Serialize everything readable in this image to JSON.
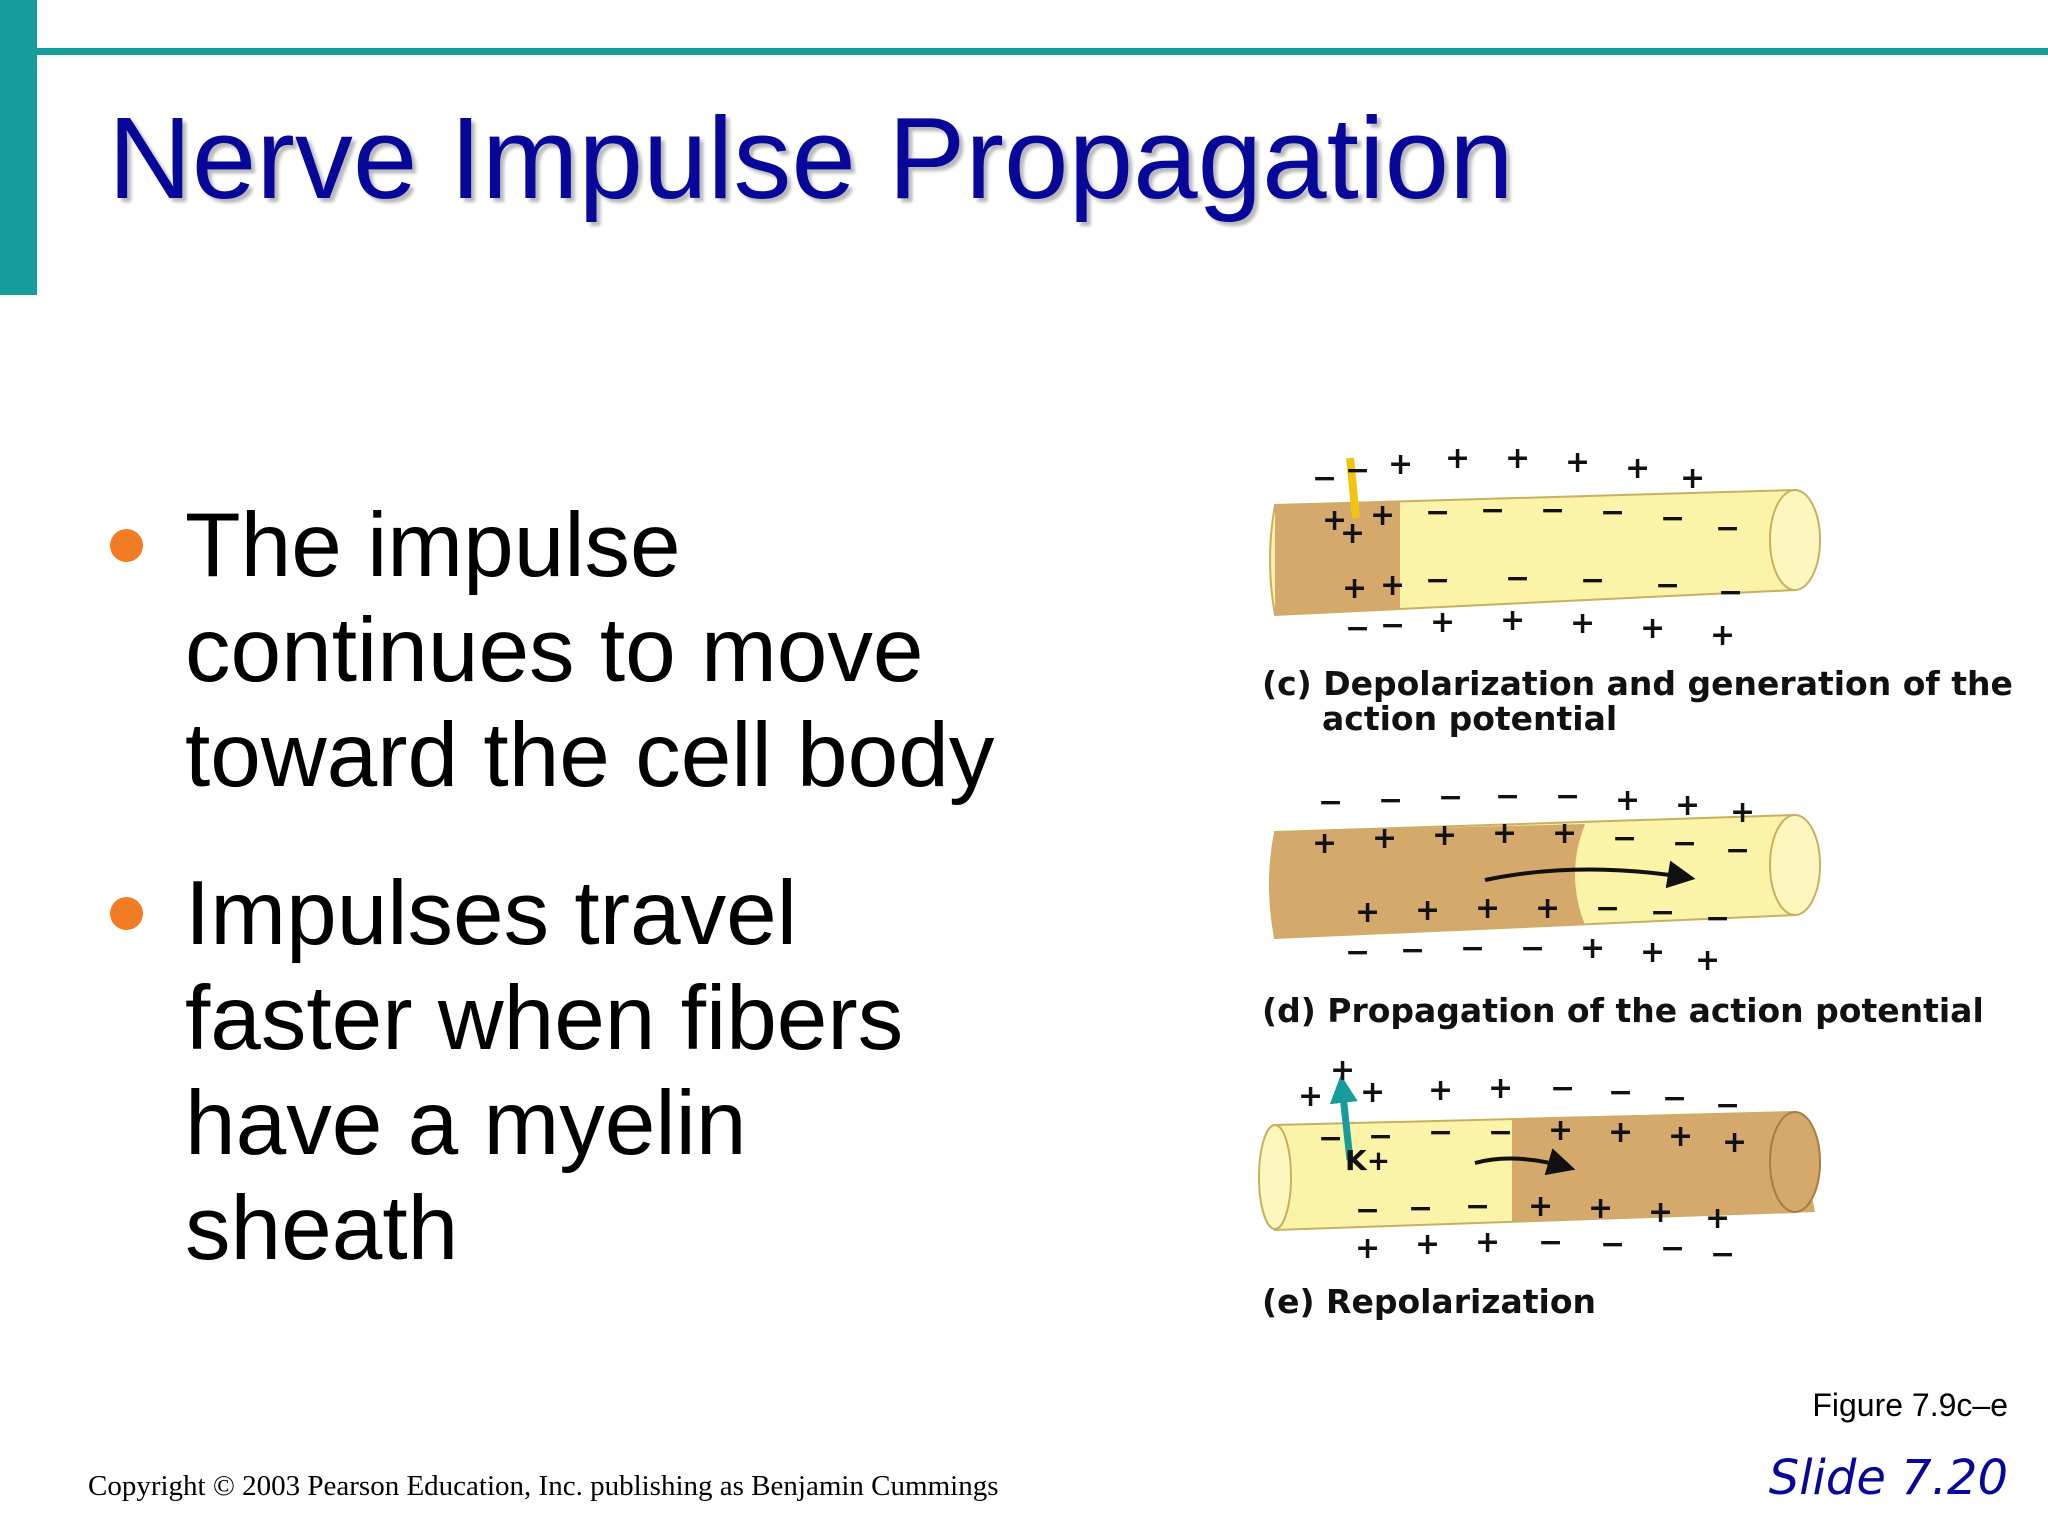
{
  "slide": {
    "title": "Nerve Impulse Propagation",
    "bullets": [
      {
        "lines": [
          "The impulse",
          "continues to move",
          "toward the cell body"
        ]
      },
      {
        "lines": [
          "Impulses travel",
          "faster when fibers",
          "have a myelin",
          "sheath"
        ]
      }
    ],
    "figure": {
      "panels": [
        {
          "caption_lines": [
            "(c) Depolarization and generation of the",
            "action potential"
          ]
        },
        {
          "caption_lines": [
            "(d) Propagation of the action potential"
          ]
        },
        {
          "caption_lines": [
            "(e) Repolarization"
          ],
          "ion_label": "K+"
        }
      ],
      "reference": "Figure 7.9c–e"
    },
    "slide_number": "Slide 7.20",
    "copyright": "Copyright © 2003 Pearson Education, Inc. publishing as Benjamin Cummings"
  },
  "colors": {
    "accent": "#169c9b",
    "title": "#07079a",
    "bullet_dot": "#f37b22",
    "axon_polarized": "#fbf3a8",
    "axon_depolarized": "#d4a96b",
    "stimulus": "#f1c40f",
    "potassium_arrow": "#169c9b"
  }
}
